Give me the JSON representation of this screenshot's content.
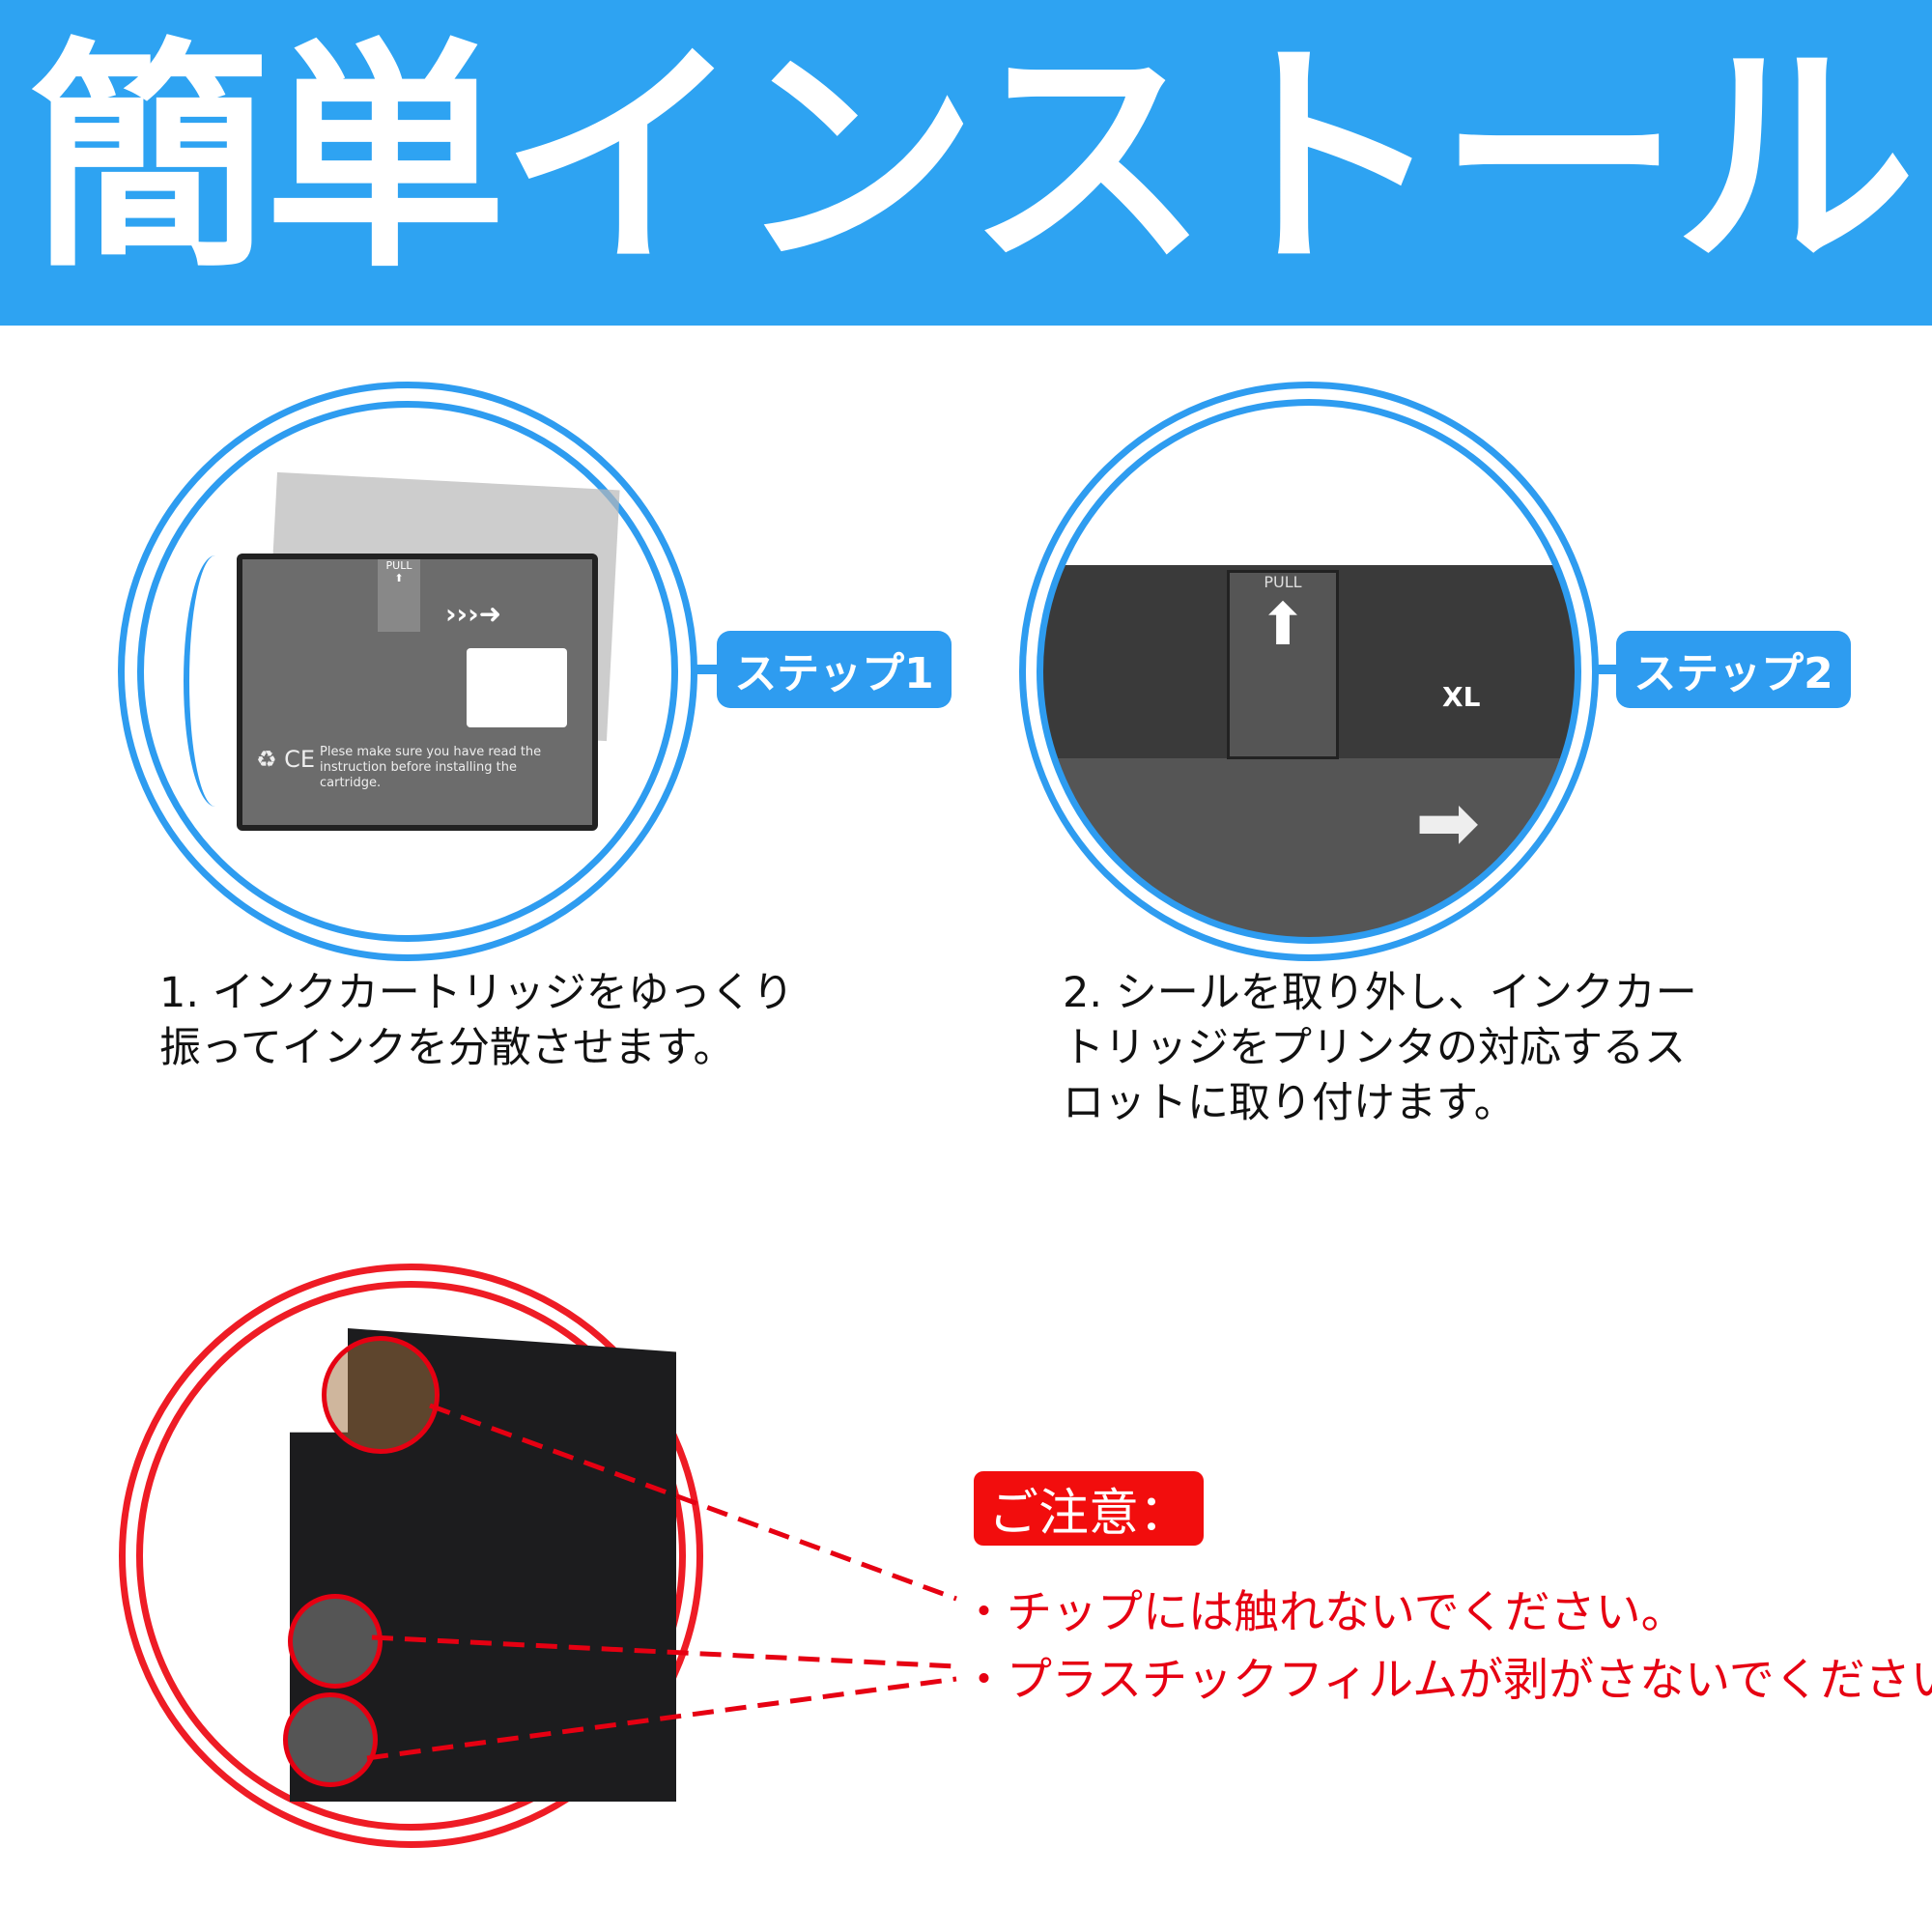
{
  "header": {
    "title": "簡単インストール"
  },
  "colors": {
    "accent_blue": "#2ea3f2",
    "warning_red": "#e60012"
  },
  "step1": {
    "badge": "ステップ1",
    "description_lines": [
      "1. インクカートリッジをゆっくり",
      "振ってインクを分散させます。"
    ],
    "cartridge_label": "Plese make sure you have read the instruction before installing the cartridge.",
    "pull_tab": "PULL"
  },
  "step2": {
    "badge": "ステップ2",
    "description_lines": [
      "2. シールを取り外し、インクカー",
      "トリッジをプリンタの対応するス",
      "ロットに取り付けます。"
    ],
    "pull_tab": "PULL",
    "size_mark": "XL"
  },
  "caution": {
    "badge": "ご注意：",
    "items": [
      "・チップには触れないでください。",
      "・プラスチックフィルムが剥がさないでください。"
    ]
  }
}
